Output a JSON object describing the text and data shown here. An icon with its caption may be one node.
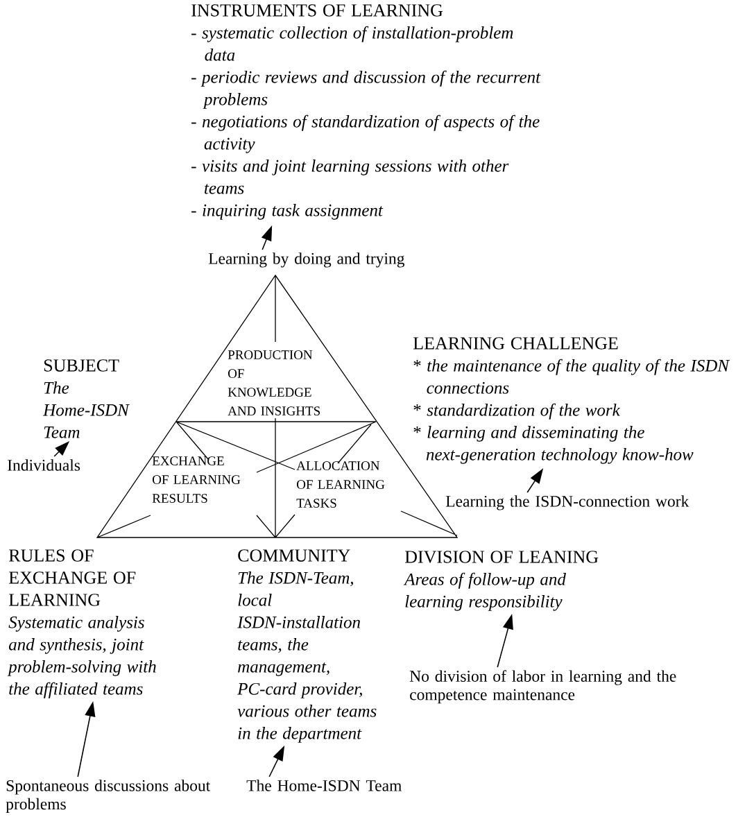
{
  "diagram": {
    "nodes": [
      {
        "text": [
          "INSTRUMENTS OF LEARNING",
          "- *systematic collection of installation-problem data*",
          "- *periodic reviews and discussion of the recurrent problems*",
          "- *negotiations of standardization of aspects of the activity*",
          "- *visits and joint learning sessions with other teams*",
          "- *inquiring task assignment*"
        ]
      },
      {
        "text": [
          "Learning by doing and trying"
        ]
      },
      {
        "text": [
          "SUBJECT",
          "The Home-ISDN Team"
        ]
      },
      {
        "text": [
          "Individuals"
        ]
      },
      {
        "text": [
          "LEARNING CHALLENGE",
          "* *the maintenance of the quality of the ISDN connections*",
          "* *standardization of the work*",
          "* *learning and disseminating the next-generation technology know-how*"
        ]
      },
      {
        "text": [
          "Learning the ISDN-connection work"
        ]
      },
      {
        "text": [
          "RULES OF EXCHANGE OF LEARNING",
          "Systematic analysis and synthesis, joint problem-solving with the affiliated teams"
        ]
      },
      {
        "text": [
          "Spontaneous discussions about problems"
        ]
      },
      {
        "text": [
          "COMMUNITY",
          "The ISDN-Team, local ISDN-installation teams, the management, PC-card provider, various other teams in the department"
        ]
      },
      {
        "text": [
          "The Home-ISDN Team"
        ]
      },
      {
        "text": [
          "DIVISION OF LEANING",
          "Areas of follow-up and learning responsibility"
        ]
      },
      {
        "text": [
          "No division of labor in learning and the competence maintenance"
        ]
      }
    ],
    "edges": [
      {
        "from": 1,
        "to": 0,
        "arrow": "to"
      },
      {
        "from": 3,
        "to": 2,
        "arrow": "to"
      },
      {
        "from": 5,
        "to": 4,
        "arrow": "to"
      },
      {
        "from": 7,
        "to": 6,
        "arrow": "to"
      },
      {
        "from": 9,
        "to": 8,
        "arrow": "to"
      },
      {
        "from": 11,
        "to": 10,
        "arrow": "to"
      }
    ],
    "labels": [
      "PRODUCTION OF KNOWLEDGE AND INSIGHTS",
      "EXCHANGE OF LEARNING RESULTS",
      "ALLOCATION OF LEARNING TASKS"
    ]
  }
}
